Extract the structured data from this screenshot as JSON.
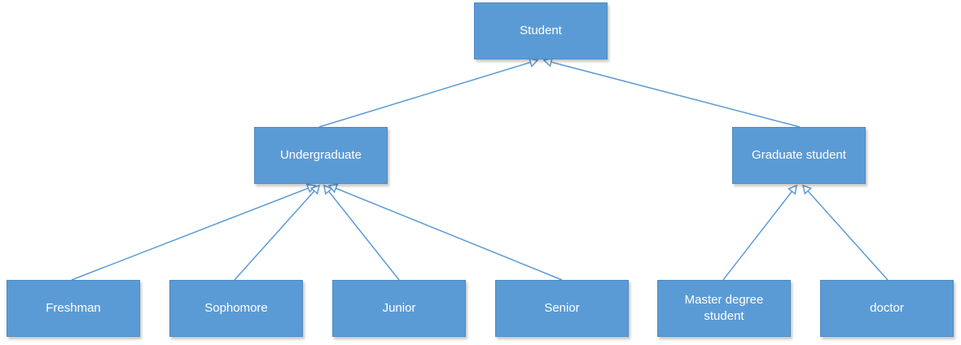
{
  "diagram": {
    "type": "inheritance-hierarchy",
    "colors": {
      "node_fill": "#5b9bd5",
      "node_text": "#ffffff",
      "edge": "#5b9bd5"
    },
    "nodes": {
      "student": "Student",
      "undergraduate": "Undergraduate",
      "graduate": "Graduate student",
      "freshman": "Freshman",
      "sophomore": "Sophomore",
      "junior": "Junior",
      "senior": "Senior",
      "master": "Master degree student",
      "doctor": "doctor"
    },
    "edges": [
      {
        "from": "undergraduate",
        "to": "student"
      },
      {
        "from": "graduate",
        "to": "student"
      },
      {
        "from": "freshman",
        "to": "undergraduate"
      },
      {
        "from": "sophomore",
        "to": "undergraduate"
      },
      {
        "from": "junior",
        "to": "undergraduate"
      },
      {
        "from": "senior",
        "to": "undergraduate"
      },
      {
        "from": "master",
        "to": "graduate"
      },
      {
        "from": "doctor",
        "to": "graduate"
      }
    ]
  }
}
